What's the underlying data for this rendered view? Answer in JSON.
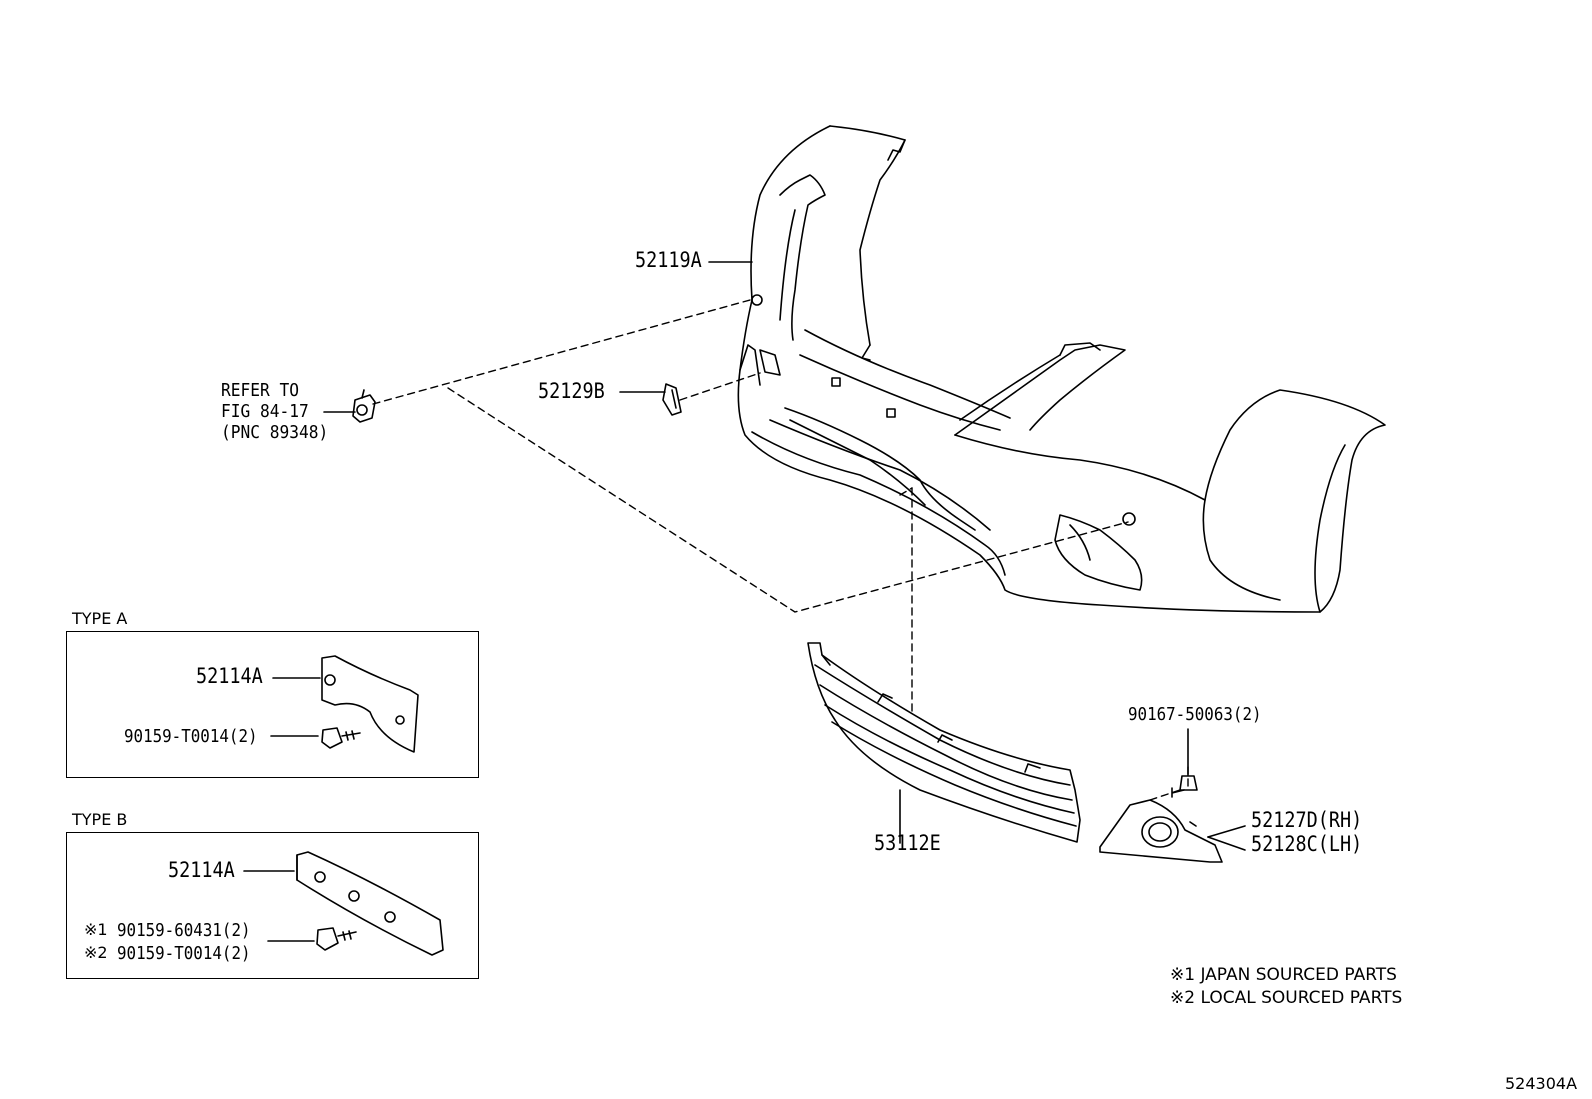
{
  "labels": {
    "bumper_cover": "52119A",
    "retainer": "52129B",
    "lower_grille": "53112E",
    "bolt": "90167-50063(2)",
    "fog_cover_rh": "52127D(RH)",
    "fog_cover_lh": "52128C(LH)",
    "refer_line1": "REFER TO",
    "refer_line2": "FIG 84-17",
    "refer_line3": "(PNC 89348)"
  },
  "type_a": {
    "title": "TYPE A",
    "bracket": "52114A",
    "screw": "90159-T0014(2)"
  },
  "type_b": {
    "title": "TYPE B",
    "bracket": "52114A",
    "screw1_mark": "※1",
    "screw1": "90159-60431(2)",
    "screw2_mark": "※2",
    "screw2": "90159-T0014(2)"
  },
  "notes": {
    "note1": "※1 JAPAN SOURCED PARTS",
    "note2": "※2 LOCAL SOURCED PARTS"
  },
  "figure_id": "524304A"
}
